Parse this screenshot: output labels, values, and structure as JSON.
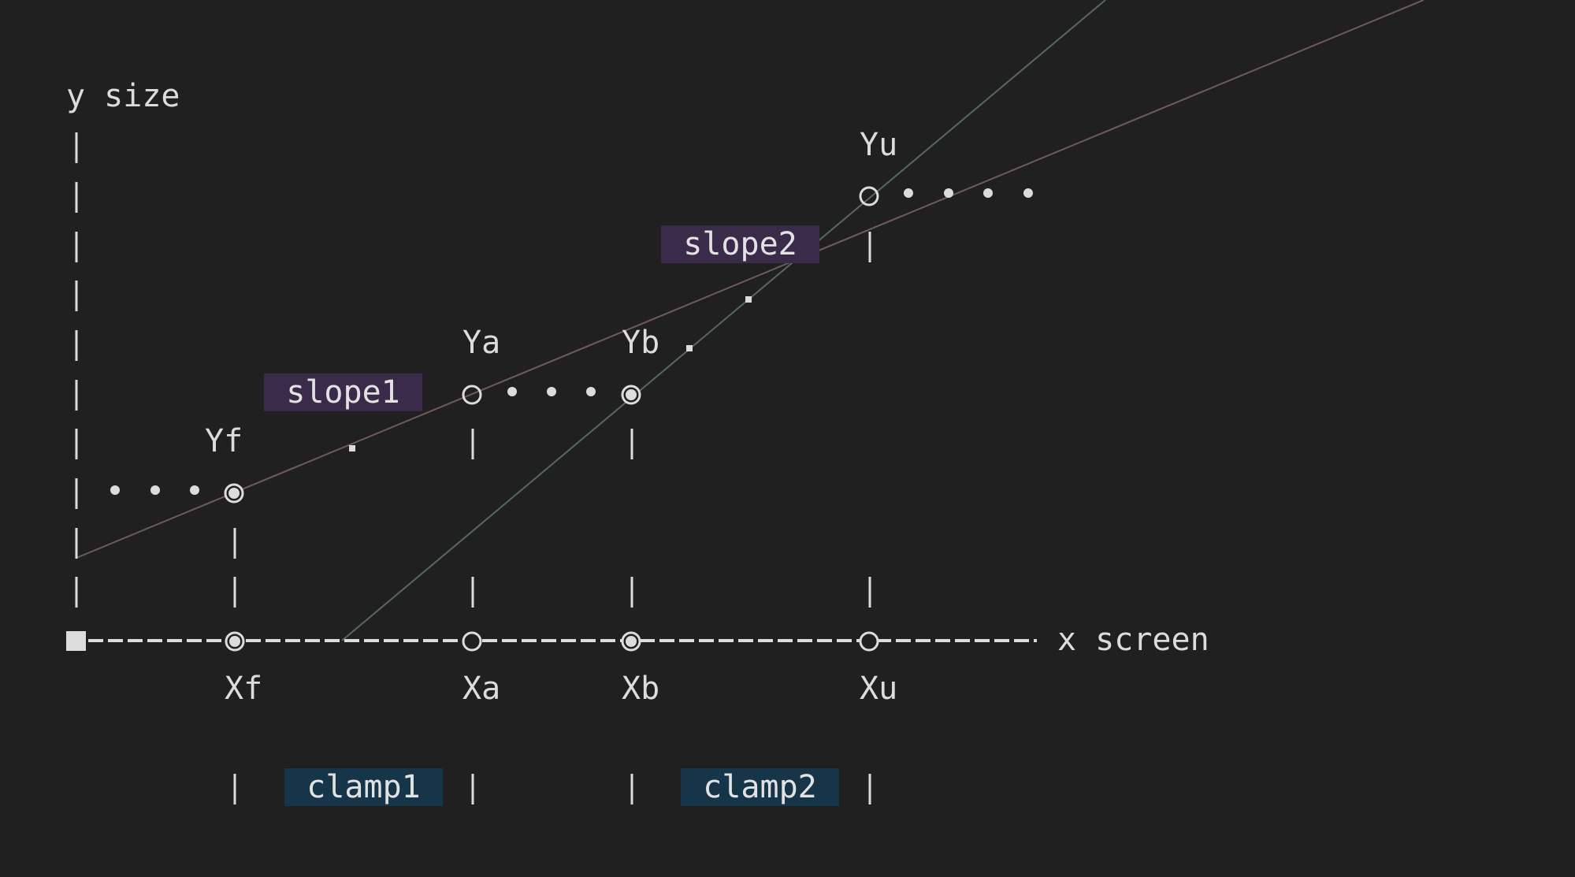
{
  "axes": {
    "y_label": "y size",
    "x_label": "x screen"
  },
  "x_ticks": [
    "Xf",
    "Xa",
    "Xb",
    "Xu"
  ],
  "y_points": [
    "Yf",
    "Ya",
    "Yb",
    "Yu"
  ],
  "highlights": {
    "slope1": "slope1",
    "slope2": "slope2",
    "clamp1": "clamp1",
    "clamp2": "clamp2"
  },
  "colors": {
    "background": "#202020",
    "text": "#dcdcdc",
    "slope_bg": "#3a2b4a",
    "clamp_bg": "#163549",
    "line_slope1": "#6e5a60",
    "line_slope2": "#56695f"
  },
  "chart_data": {
    "type": "line",
    "title": "",
    "xlabel": "x screen",
    "ylabel": "y size",
    "x": [
      "Xf",
      "Xa",
      "Xb",
      "Xu"
    ],
    "series": [
      {
        "name": "slope1",
        "description": "line through (Xf,Yf) and (Xa,Ya)"
      },
      {
        "name": "slope2",
        "description": "line through (Xb,Yb) and (Xu,Yu)"
      }
    ],
    "annotations": [
      "clamp1: Xf..Xa",
      "clamp2: Xb..Xu"
    ]
  }
}
